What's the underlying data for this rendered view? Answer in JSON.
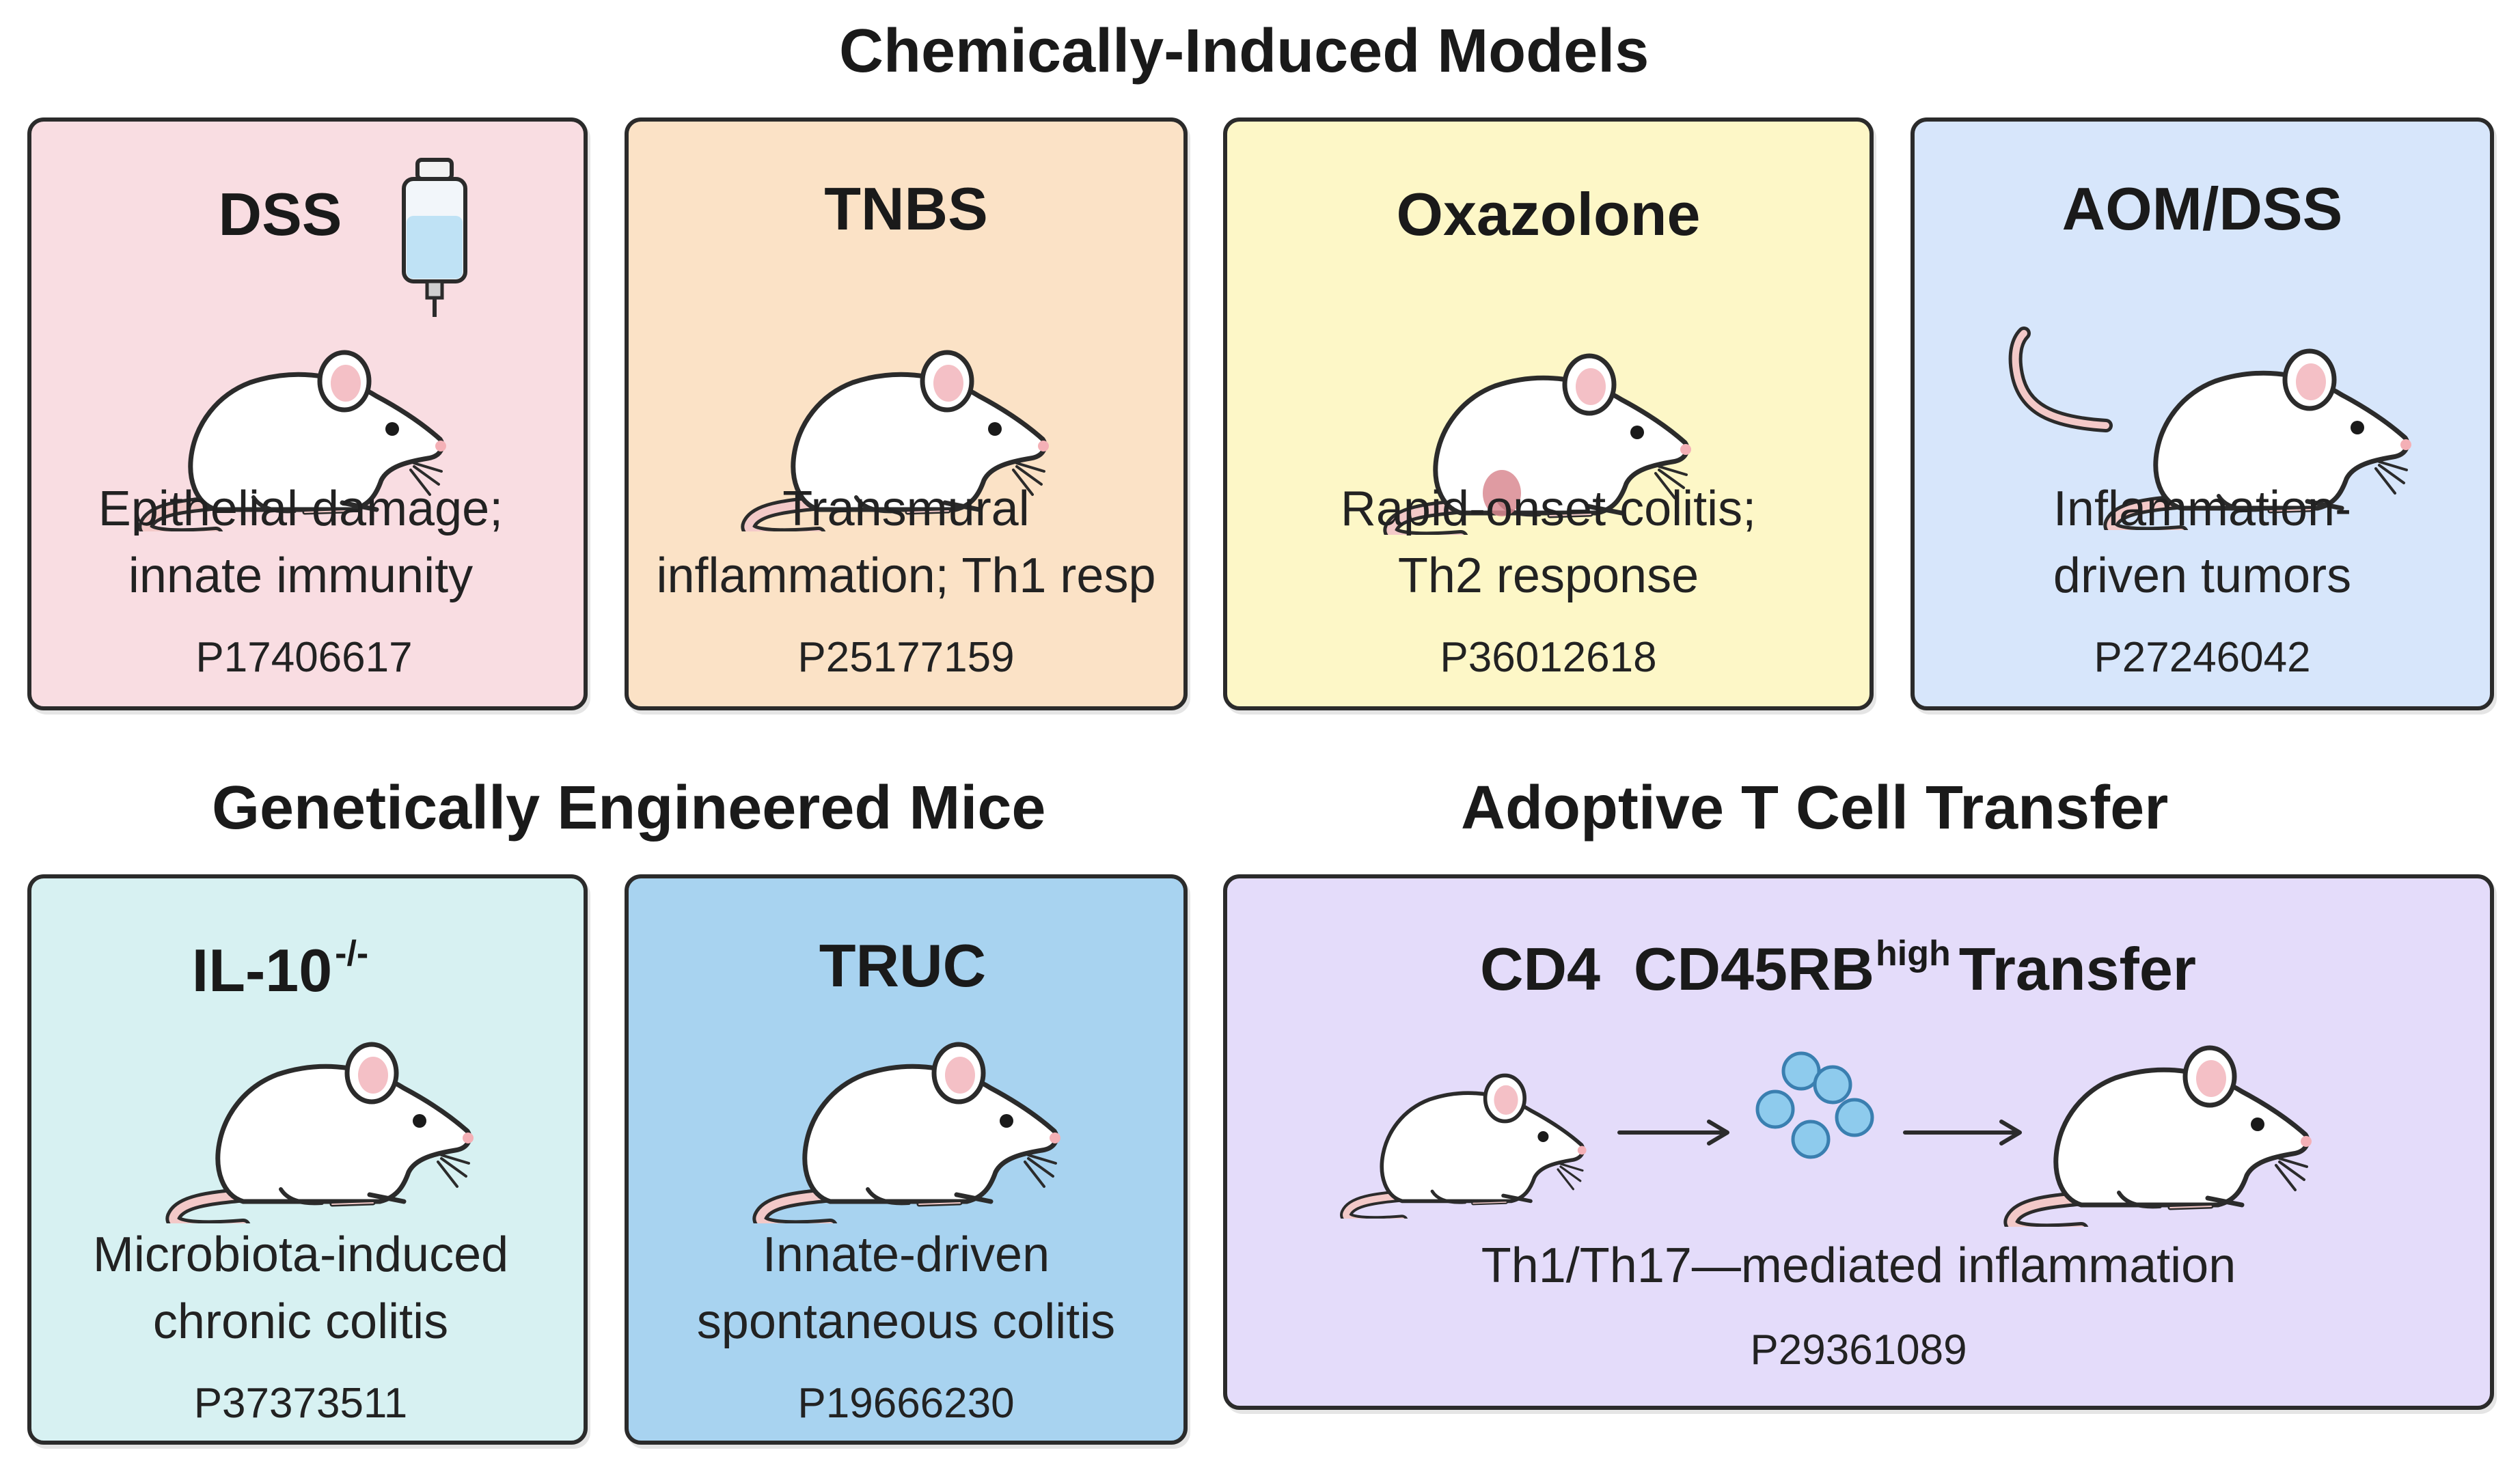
{
  "sections": {
    "chemical": "Chemically-Induced Models",
    "genetic": "Genetically Engineered Mice",
    "adoptive": "Adoptive T Cell Transfer"
  },
  "colors": {
    "dss_bg": "#f9dde2",
    "tnbs_bg": "#fbe2c6",
    "oxazolone_bg": "#fdf7c7",
    "aomdss_bg": "#d7e6fb",
    "il10_bg": "#d7f1f2",
    "truc_bg": "#a8d3f0",
    "transfer_bg": "#e4dcfa",
    "border": "#2b2b2b",
    "mouse_body": "#ffffff",
    "mouse_ear": "#f4c0c6",
    "mouse_tail": "#f3c9c8",
    "cell_fill": "#8ecbed"
  },
  "cards": {
    "dss": {
      "title": "DSS",
      "desc": [
        "Epithelial damage;",
        "innate immunity"
      ],
      "id": "P17406617",
      "icons": [
        "mouse-icon",
        "water-bottle-icon"
      ]
    },
    "tnbs": {
      "title": "TNBS",
      "desc": [
        "Transmural",
        "inflammation; Th1 resp"
      ],
      "id": "P25177159",
      "icons": [
        "mouse-icon"
      ]
    },
    "oxazolone": {
      "title": "Oxazolone",
      "desc": [
        "Rapid-onset colitis;",
        "Th2 response"
      ],
      "id": "P36012618",
      "icons": [
        "mouse-icon",
        "skin-patch-icon"
      ]
    },
    "aomdss": {
      "title": "AOM/DSS",
      "desc": [
        "Inflammation-",
        "driven tumors"
      ],
      "id": "P27246042",
      "icons": [
        "mouse-icon"
      ]
    },
    "il10": {
      "title": "IL-10",
      "title_sup": "-/-",
      "desc": [
        "Microbiota-induced",
        "chronic colitis"
      ],
      "id": "P37373511",
      "icons": [
        "mouse-icon"
      ]
    },
    "truc": {
      "title": "TRUC",
      "desc": [
        "Innate-driven",
        "spontaneous colitis"
      ],
      "id": "P19666230",
      "icons": [
        "mouse-icon"
      ]
    },
    "transfer": {
      "title_a": "CD4",
      "title_b": "CD45RB",
      "title_sup": "high",
      "title_c": "Transfer",
      "desc": "Th1/Th17—mediated inflammation",
      "id": "P29361089",
      "icons": [
        "donor-mouse-icon",
        "arrow-right-icon",
        "t-cells-icon",
        "arrow-right-icon",
        "recipient-mouse-icon"
      ]
    }
  }
}
